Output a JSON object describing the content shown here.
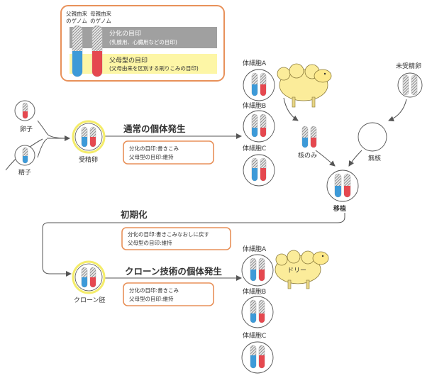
{
  "legend": {
    "paternal_genome": [
      "父親由来",
      "のゲノム"
    ],
    "maternal_genome": [
      "母親由来",
      "のゲノム"
    ],
    "differentiation_mark": [
      "分化の目印",
      "(乳腺用、心臓用などの目印)"
    ],
    "parental_mark": [
      "父母型の目印",
      "(父母由来を区別する刷りこみの目印)"
    ]
  },
  "labels": {
    "egg": "卵子",
    "sperm": "精子",
    "fertilized_egg": "受精卵",
    "normal_development": "通常の個体発生",
    "somatic_a": "体細胞A",
    "somatic_b": "体細胞B",
    "somatic_c": "体細胞C",
    "nucleus_only": "核のみ",
    "unfertilized_egg": "未受精卵",
    "enucleated": "無核",
    "transplant": "移植",
    "reprogramming": "初期化",
    "clone_embryo": "クローン胚",
    "clone_development": "クローン技術の個体発生",
    "dolly": "ドリー"
  },
  "boxes": {
    "normal": [
      "分化の目印:書きこみ",
      "父母型の目印:維持"
    ],
    "reset": [
      "分化の目印:書きこみなおしに戻す",
      "父母型の目印:維持"
    ],
    "clone": [
      "分化の目印:書きこみ",
      "父母型の目印:維持"
    ]
  },
  "colors": {
    "paternal_blue": "#3d9ad8",
    "maternal_red": "#e5484f",
    "box_border": "#e8915a",
    "differentiation_band": "#a0a0a0",
    "parental_band": "#fdf6a6",
    "fertilized_ring": "#f4ec6a",
    "sheep_wool": "#fbec9a"
  }
}
